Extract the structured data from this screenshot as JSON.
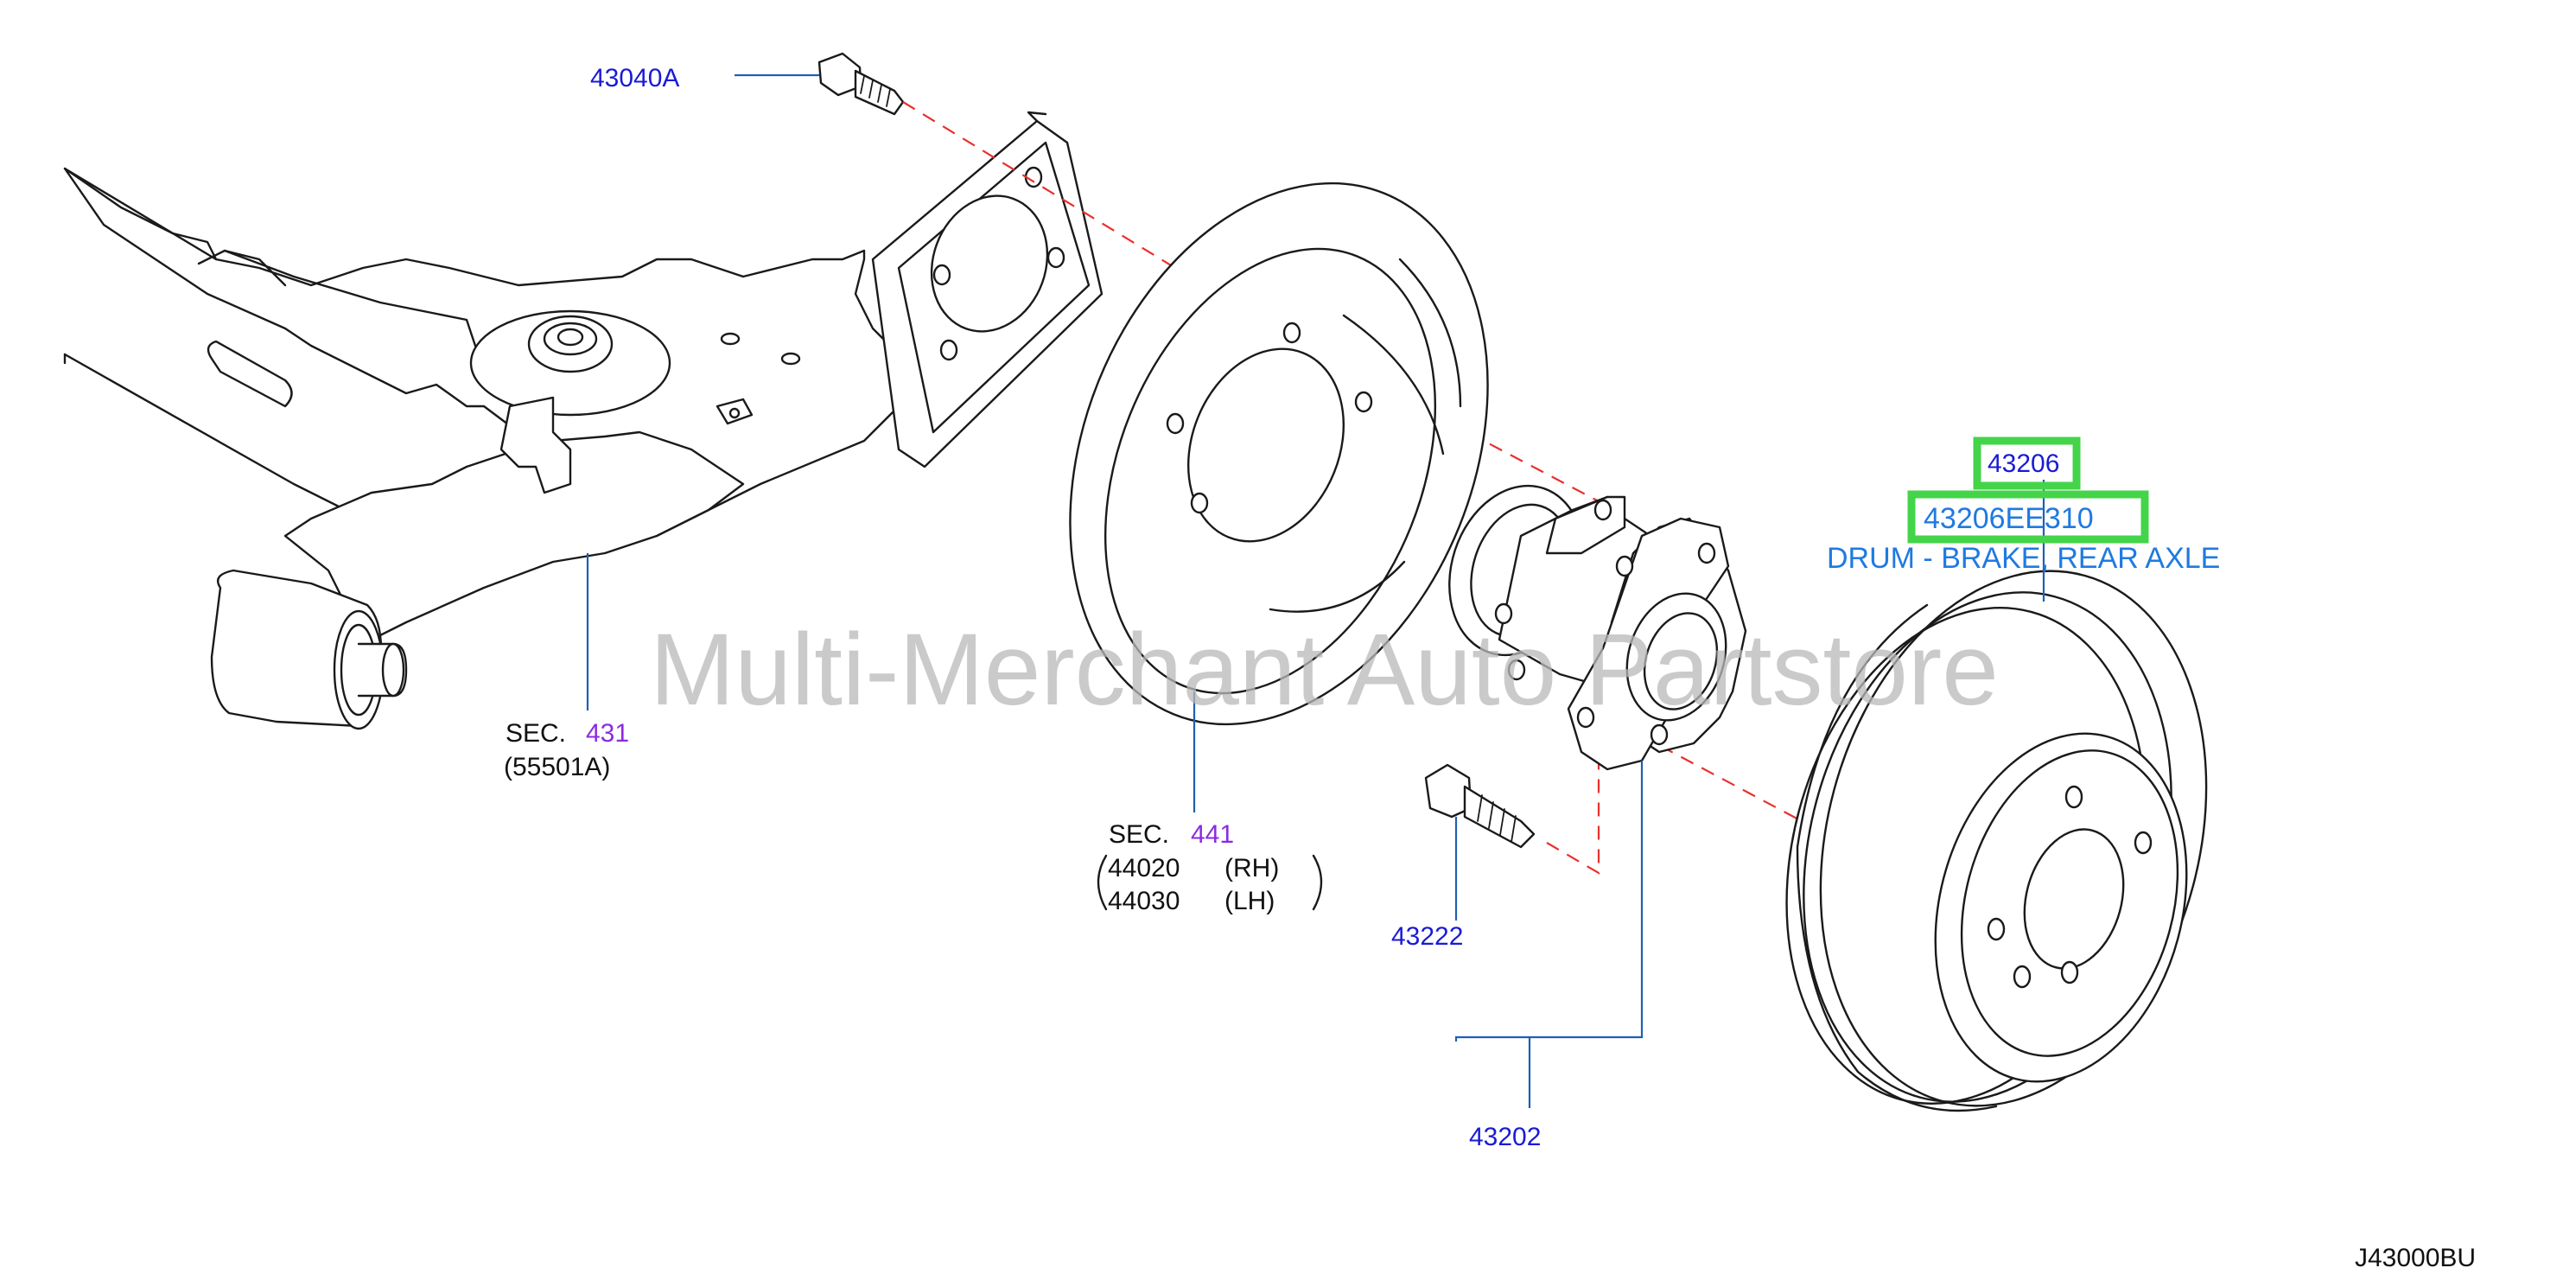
{
  "watermark": "Multi-Merchant Auto Partstore",
  "diagram_code": "J43000BU",
  "callouts": {
    "bolt_top": "43040A",
    "sec431_prefix": "SEC.",
    "sec431_num": "431",
    "sec431_sub": "(55501A)",
    "sec441_prefix": "SEC.",
    "sec441_num": "441",
    "sec441_rh_part": "44020",
    "sec441_rh_side": "(RH)",
    "sec441_lh_part": "44030",
    "sec441_lh_side": "(LH)",
    "hub_bolt": "43222",
    "hub_assembly": "43202",
    "drum_ref": "43206"
  },
  "selected_part": {
    "part_number": "43206EE310",
    "description": "DRUM - BRAKE, REAR AXLE",
    "highlight_color": "#44d44a"
  },
  "colors": {
    "callout": "#1a1ad6",
    "section_number": "#8a2be2",
    "selected_text": "#1f7ae0",
    "dashed_axis": "#e8302e",
    "leader": "#1f5fb4"
  }
}
